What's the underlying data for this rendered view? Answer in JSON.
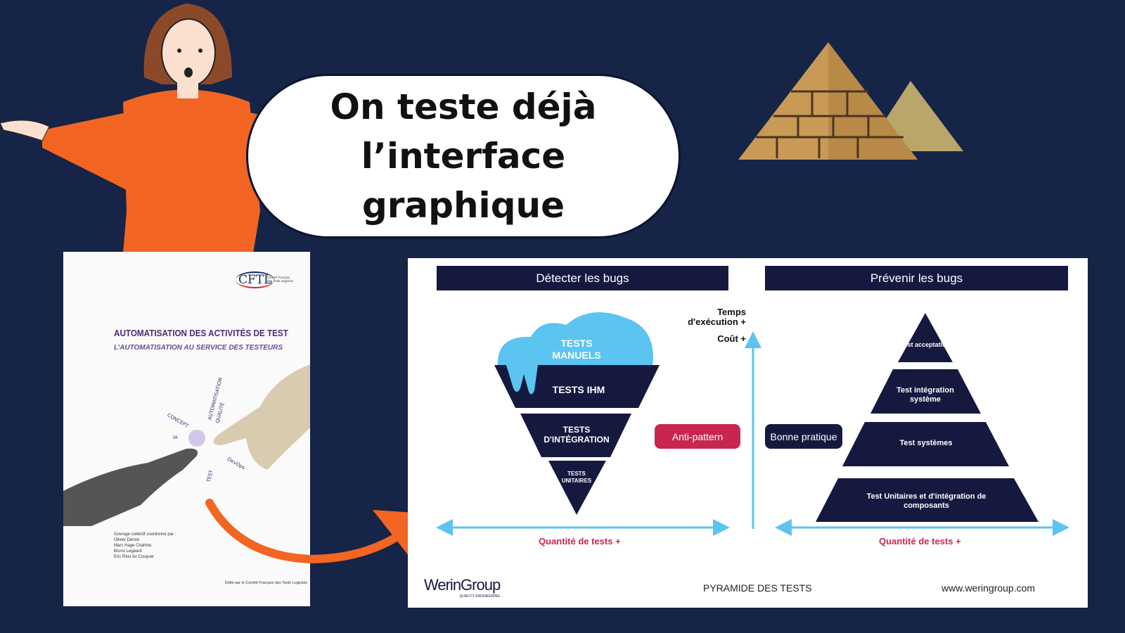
{
  "speech_bubble": {
    "text": "On teste déjà l’interface graphique"
  },
  "book": {
    "logo": "CFTL",
    "logo_caption": "Comité Français des Tests Logiciels",
    "title": "AUTOMATISATION DES ACTIVITÉS DE TEST",
    "subtitle": "L’AUTOMATISATION AU SERVICE DES TESTEURS",
    "keywords": [
      "CONCEPT",
      "IA",
      "AUTOMATISATION",
      "QUALITÉ",
      "DevOps",
      "TEST"
    ],
    "authors_heading": "Ouvrage collectif coordonné par :",
    "authors": [
      "Olivier Denoo",
      "Marc Hage Chahine",
      "Bruno Legeard",
      "Eric Riou du Cosquer"
    ],
    "publisher": "Édité par le Comité Français des Tests Logiciels"
  },
  "slide": {
    "left_header": "Détecter les bugs",
    "right_header": "Prévenir les bugs",
    "inverted_pyramid": [
      "TESTS MANUELS",
      "TESTS IHM",
      "TESTS D'INTÉGRATION",
      "TESTS UNITAIRES"
    ],
    "pyramid": [
      "Test acceptation",
      "Test intégration système",
      "Test systèmes",
      "Test Unitaires et d'intégration de composants"
    ],
    "axis_label_time": "Temps d'exécution +",
    "axis_label_cost": "Coût +",
    "anti_pattern": "Anti-pattern",
    "good_practice": "Bonne pratique",
    "quantity_left": "Quantité de tests +",
    "quantity_right": "Quantité de tests +",
    "logo": "WerinGroup",
    "logo_tagline": "QUALITY ENGINEERING",
    "footer_title": "PYRAMIDE DES TESTS",
    "footer_url": "www.weringroup.com"
  },
  "colors": {
    "background": "#162447",
    "orange": "#f26522",
    "navy": "#16193f",
    "red": "#c8264f",
    "cloud": "#5bc4f1"
  }
}
